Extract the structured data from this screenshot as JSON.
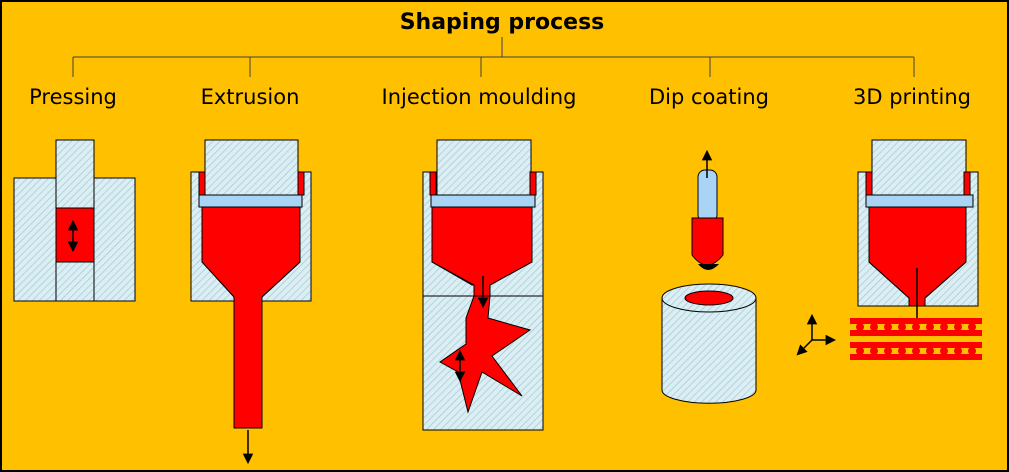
{
  "diagram": {
    "title": "Shaping process",
    "methods": [
      {
        "id": "pressing",
        "label": "Pressing"
      },
      {
        "id": "extrusion",
        "label": "Extrusion"
      },
      {
        "id": "injection",
        "label": "Injection moulding"
      },
      {
        "id": "dip",
        "label": "Dip coating"
      },
      {
        "id": "printing",
        "label": "3D printing"
      }
    ]
  },
  "colors": {
    "background": "#FFC000",
    "frame": "#000000",
    "mould_fill": "#DAEEF3",
    "hatch": "#9DC3CF",
    "material": "#FF0000",
    "rod": "#A9D4F5",
    "outline": "#000000"
  }
}
